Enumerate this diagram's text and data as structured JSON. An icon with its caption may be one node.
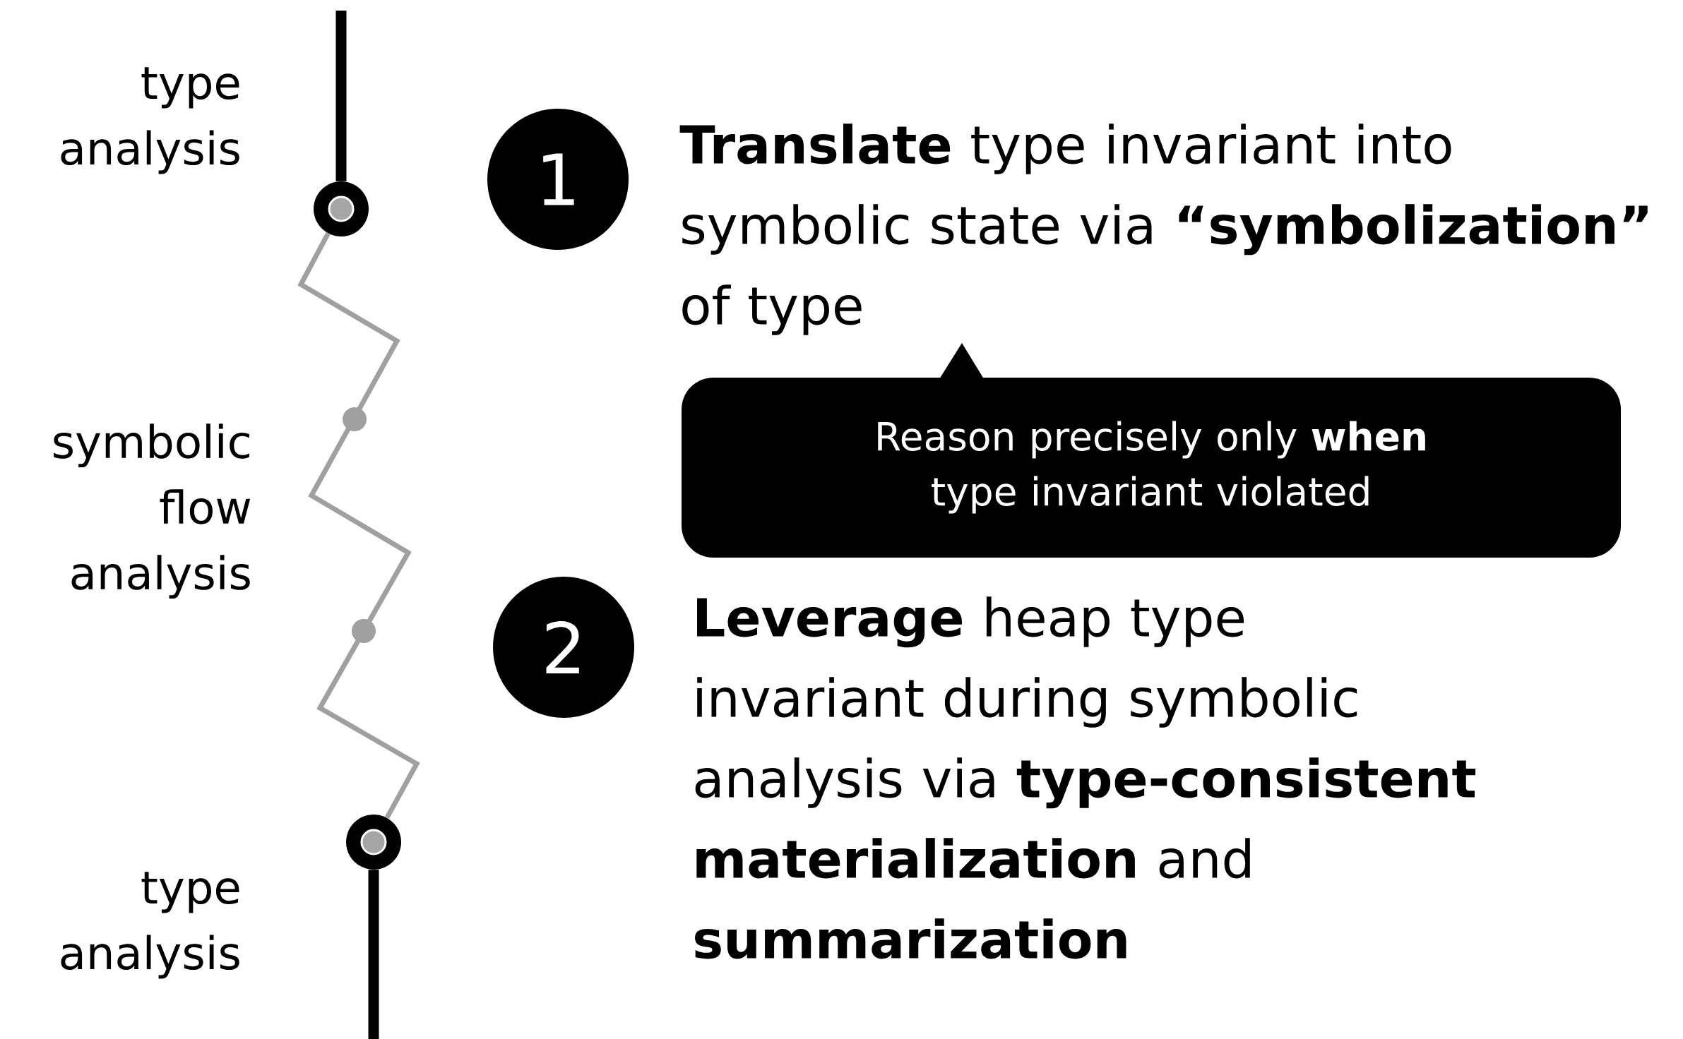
{
  "diagram": {
    "nodes": [
      {
        "text": [
          "1"
        ]
      },
      {
        "text": [
          "Reason precisely only **when** type invariant violated"
        ]
      },
      {
        "text": [
          "2"
        ]
      },
      {
        "text": [],
        "shape": "circle"
      },
      {
        "text": [],
        "shape": "circle"
      }
    ],
    "edges": [
      {
        "from": null,
        "to": 3,
        "arrow": "none"
      },
      {
        "from": 3,
        "to": 4,
        "arrow": "none",
        "color": "#a0a0a0"
      },
      {
        "from": 4,
        "to": null,
        "arrow": "none"
      }
    ],
    "labels": [
      "type analysis",
      "**Translate** type invariant into symbolic state via **“symbolization”** of type",
      "symbolic flow analysis",
      "**Leverage** heap type invariant during symbolic analysis via **type-consistent materialization** and **summarization**",
      "type analysis"
    ]
  }
}
